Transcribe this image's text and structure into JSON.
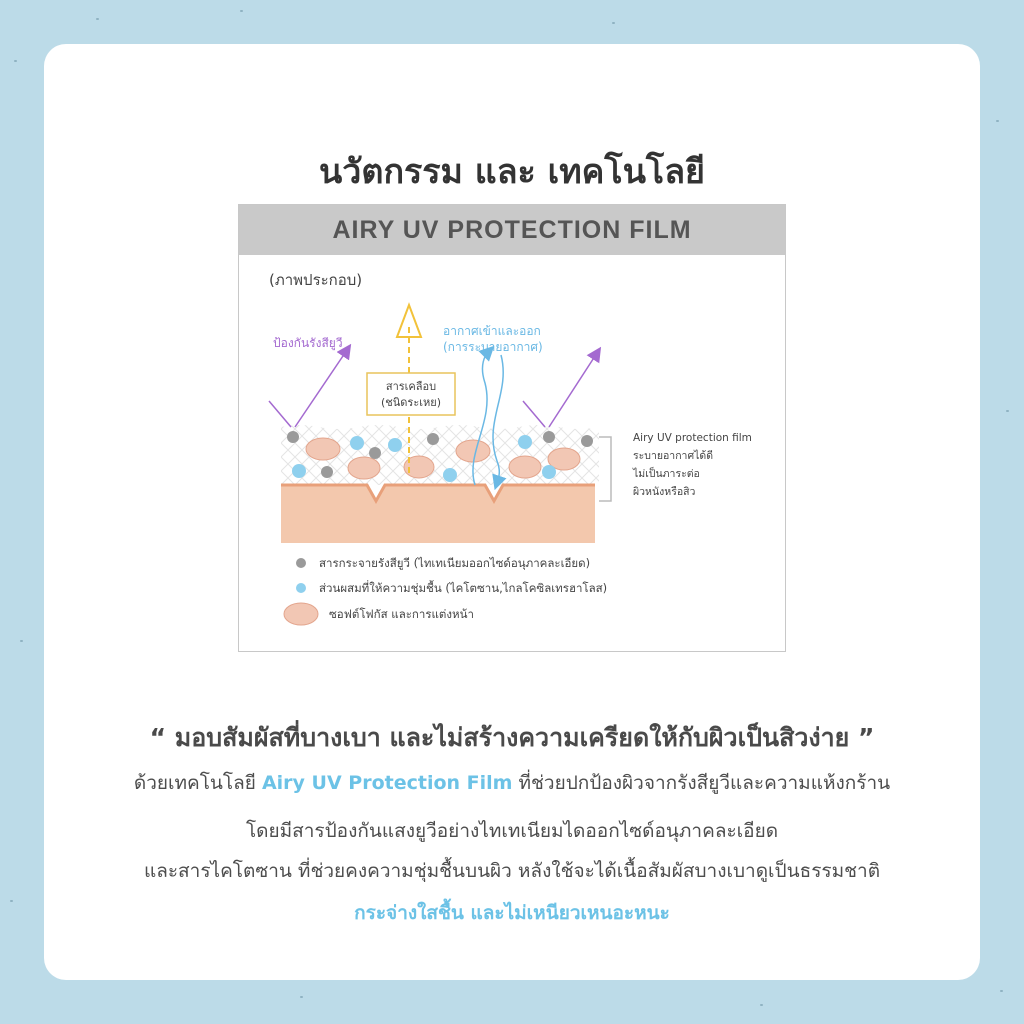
{
  "title": "นวัตกรรม และ เทคโนโลยี",
  "figure": {
    "header": "AIRY UV PROTECTION FILM",
    "caption": "(ภาพประกอบ)",
    "uv_label": "ป้องกันรังสียูวี",
    "air_label_1": "อากาศเข้าและออก",
    "air_label_2": "(การระบายอากาศ)",
    "coating_label_1": "สารเคลือบ",
    "coating_label_2": "(ชนิดระเหย)",
    "side_note": [
      "Airy UV protection film",
      "ระบายอากาศได้ดี",
      "ไม่เป็นภาระต่อ",
      "ผิวหนังหรือสิว"
    ],
    "legend": [
      {
        "color": "#9a9a9a",
        "label": "สารกระจายรังสียูวี (ไทเทเนียมออกไซด์อนุภาคละเอียด)"
      },
      {
        "color": "#8fd0ee",
        "label": "ส่วนผสมที่ให้ความชุ่มชื้น (ไคโตซาน,ไกลโคซิลเทรฮาโลส)"
      },
      {
        "color": "#f2c7b4",
        "label": "ซอฟต์โฟกัส และการแต่งหน้า"
      }
    ],
    "colors": {
      "uv_arrow": "#a46ad0",
      "air_arrow": "#6ab8e4",
      "coating_arrow": "#f2c23a",
      "skin": "#f3c8ad"
    }
  },
  "quote": "“ มอบสัมผัสที่บางเบา และไม่สร้างความเครียดให้กับผิวเป็นสิวง่าย ”",
  "body": {
    "line1_pre": "ด้วยเทคโนโลยี ",
    "line1_highlight": "Airy UV Protection Film",
    "line1_post": " ที่ช่วยปกป้องผิวจากรังสียูวีและความแห้งกร้าน",
    "line2": "โดยมีสารป้องกันแสงยูวีอย่างไทเทเนียมไดออกไซด์อนุภาคละเอียด",
    "line3": "และสารไคโตซาน ที่ช่วยคงความชุ่มชื้นบนผิว หลังใช้จะได้เนื้อสัมผัสบางเบาดูเป็นธรรมชาติ",
    "line4": "กระจ่างใสชื้น และไม่เหนียวเหนอะหนะ"
  }
}
